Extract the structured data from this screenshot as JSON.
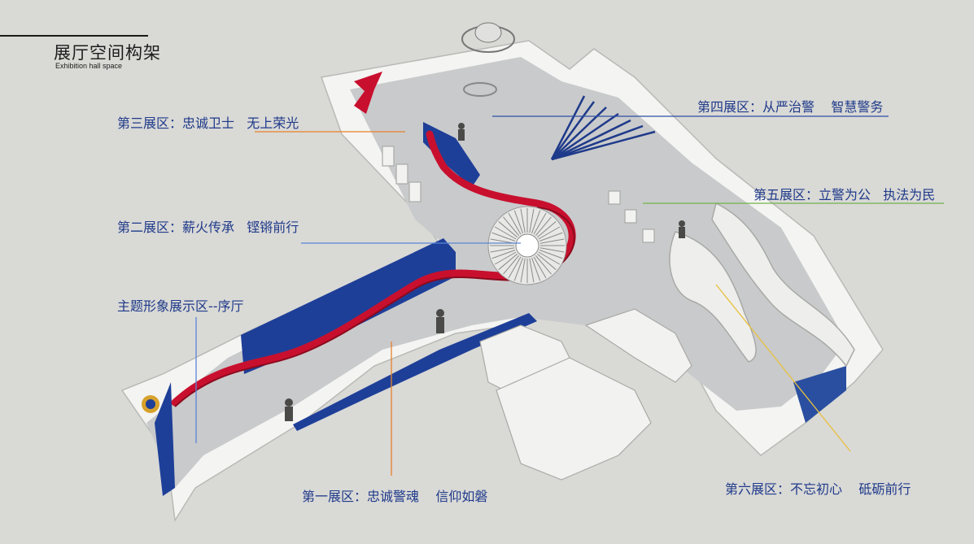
{
  "header": {
    "title_cn": "展厅空间构架",
    "title_en": "Exhibition hall space"
  },
  "zones": {
    "z3": "第三展区：忠诚卫士   无上荣光",
    "z4": "第四展区：从严治警    智慧警务",
    "z5": "第五展区：立警为公   执法为民",
    "z2": "第二展区：薪火传承   铿锵前行",
    "z0": "主题形象展示区--序厅",
    "z1": "第一展区：忠诚警魂    信仰如磐",
    "z6": "第六展区：不忘初心    砥砺前行"
  },
  "colors": {
    "background": "#d9d9d6",
    "label_text": "#1f3a8a",
    "leader_z3": "#e8822a",
    "leader_z4": "#2f4fa3",
    "leader_z5": "#6fb34a",
    "leader_z2": "#5a86d6",
    "leader_z0": "#5a86d6",
    "leader_z1": "#e8822a",
    "leader_z6": "#e8c040",
    "wall_blue": "#1e3f98",
    "ribbon_red": "#c8102e"
  }
}
